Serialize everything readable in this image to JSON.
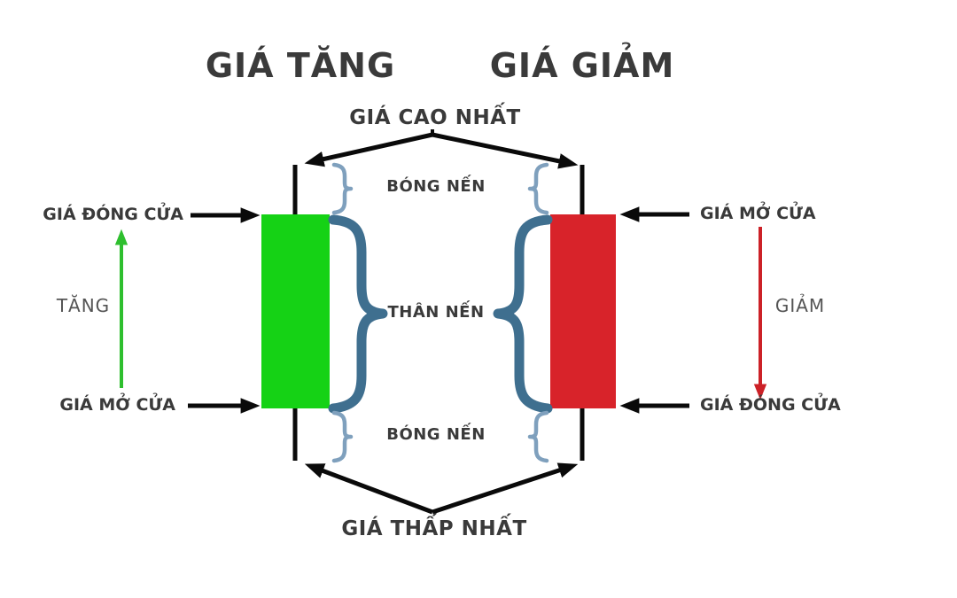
{
  "diagram": {
    "titles": {
      "up": "GIÁ TĂNG",
      "down": "GIÁ GIẢM"
    },
    "labels": {
      "highest": "GIÁ CAO NHẤT",
      "lowest": "GIÁ THẤP NHẤT",
      "upper_shadow": "BÓNG NẾN",
      "lower_shadow": "BÓNG NẾN",
      "body": "THÂN NẾN",
      "bull_close": "GIÁ ĐÓNG CỬA",
      "bull_open": "GIÁ MỞ CỬA",
      "bear_open": "GIÁ MỞ CỬA",
      "bear_close": "GIÁ ĐÓNG CỬA",
      "rise": "TĂNG",
      "fall": "GIẢM"
    },
    "icons": {
      "up-arrow": "green upward arrow",
      "down-arrow": "red downward arrow",
      "callout-arrow": "black pointer arrow",
      "brace": "curly brace"
    }
  },
  "colors": {
    "bg": "#ffffff",
    "ink": "#0a0a0a",
    "text-dark": "#3a3a3a",
    "text-gray": "#545454",
    "candle-green": "#15d215",
    "candle-red": "#d8232a",
    "arrow-green": "#2ebf2e",
    "arrow-red": "#cc2127",
    "brace-dark": "#3f6f8f",
    "brace-light": "#7fa0bd"
  }
}
